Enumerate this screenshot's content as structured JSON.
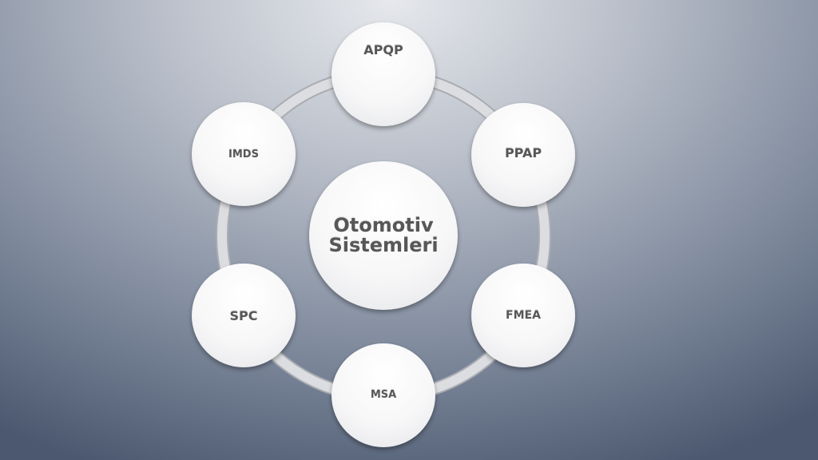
{
  "center": {
    "line1": "Otomotiv",
    "line2": "Sistemleri"
  },
  "nodes": [
    "APQP",
    "PPAP",
    "FMEA",
    "MSA",
    "SPC",
    "IMDS"
  ],
  "colors": {
    "ring": "#d8d9dc",
    "text": "#575757"
  }
}
